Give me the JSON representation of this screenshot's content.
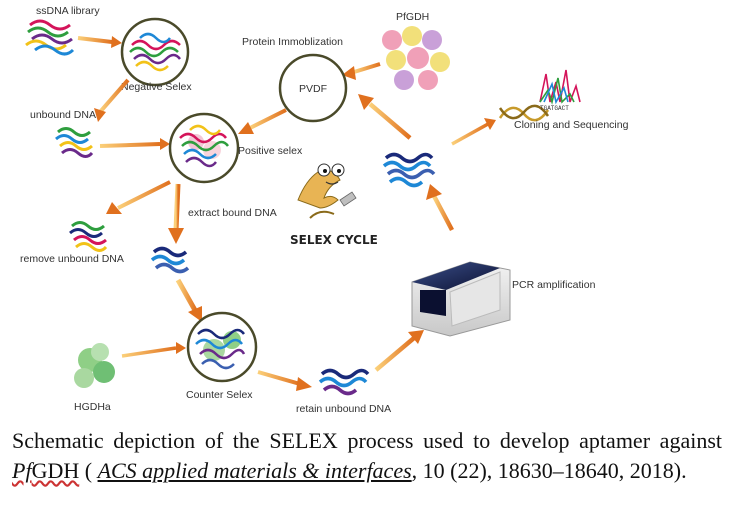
{
  "diagram": {
    "labels": {
      "ssdna_library": "ssDNA library",
      "negative_selex": "Negative Selex",
      "unbound_dna": "unbound DNA",
      "positive_selex": "Positive selex",
      "extract_bound_dna": "extract bound DNA",
      "remove_unbound_dna": "remove unbound DNA",
      "protein_immobilization": "Protein Immoblization",
      "pvdf": "PVDF",
      "pfgdh": "PfGDH",
      "cloning_sequencing": "Cloning and Sequencing",
      "selex_cycle": "SELEX CYCLE",
      "pcr_amplification": "PCR amplification",
      "counter_selex": "Counter Selex",
      "hgdha": "HGDHa",
      "retain_unbound_dna": "retain unbound DNA",
      "sequence_trace": "TGATGACT"
    },
    "colors": {
      "arrow": "#f2a038",
      "arrow_dark": "#e0701e",
      "circle_border": "#4a4a2a",
      "dna_blue": "#1e88d6",
      "dna_navy": "#1a2a7a"
    }
  },
  "caption": {
    "line1": "Schematic depiction of the SELEX process used to develop",
    "line2_a": "aptamer against ",
    "line2_pf": "Pf",
    "line2_gdh": "GDH",
    "line2_b": " ( ",
    "journal": "ACS applied materials & interfaces",
    "line2_c": ", 10",
    "line3": "(22), 18630–18640, 2018)."
  }
}
